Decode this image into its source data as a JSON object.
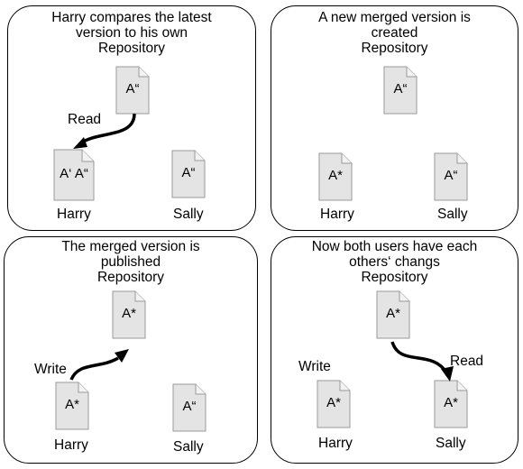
{
  "panels": [
    {
      "title_lines": [
        "Harry compares the latest",
        "version to his own",
        "Repository"
      ],
      "repo_doc": "A“",
      "harry_doc": "A‘ A“",
      "sally_doc": "A“",
      "harry_label": "Harry",
      "sally_label": "Sally",
      "action_label": "Read"
    },
    {
      "title_lines": [
        "A new merged version is",
        "created",
        "Repository"
      ],
      "repo_doc": "A“",
      "harry_doc": "A*",
      "sally_doc": "A“",
      "harry_label": "Harry",
      "sally_label": "Sally"
    },
    {
      "title_lines": [
        "The merged version is",
        "published",
        "Repository"
      ],
      "repo_doc": "A*",
      "harry_doc": "A*",
      "sally_doc": "A“",
      "harry_label": "Harry",
      "sally_label": "Sally",
      "action_label": "Write"
    },
    {
      "title_lines": [
        "Now both users have each",
        "others‘ changs",
        "Repository"
      ],
      "repo_doc": "A*",
      "harry_doc": "A*",
      "sally_doc": "A*",
      "harry_label": "Harry",
      "sally_label": "Sally",
      "action_label": "Write",
      "action_label_2": "Read"
    }
  ]
}
